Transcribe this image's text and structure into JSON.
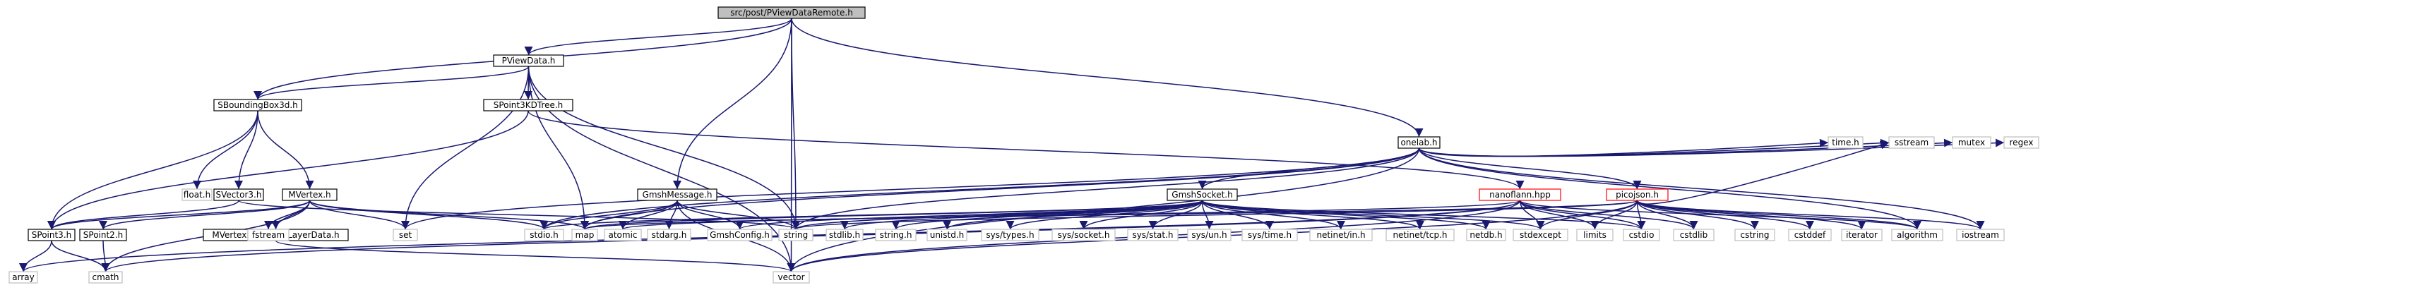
{
  "diagram": {
    "type": "include-dependency-graph",
    "colors": {
      "edge": "#191970",
      "root_fill": "#bfbfbf",
      "root_stroke": "#000000",
      "node_fill": "#ffffff",
      "node_stroke": "#000000",
      "external_stroke": "#bfbfbf",
      "missing_stroke": "#ff0000"
    },
    "nodes": [
      {
        "id": "root",
        "label": "src/post/PViewDataRemote.h",
        "kind": "root"
      },
      {
        "id": "pviewdata",
        "label": "PViewData.h",
        "kind": "file"
      },
      {
        "id": "sbbox",
        "label": "SBoundingBox3d.h",
        "kind": "file"
      },
      {
        "id": "spkd",
        "label": "SPoint3KDTree.h",
        "kind": "file"
      },
      {
        "id": "onelab",
        "label": "onelab.h",
        "kind": "file"
      },
      {
        "id": "gmshmsg",
        "label": "GmshMessage.h",
        "kind": "file"
      },
      {
        "id": "svector",
        "label": "SVector3.h",
        "kind": "file"
      },
      {
        "id": "mvertex",
        "label": "MVertex.h",
        "kind": "file"
      },
      {
        "id": "gmshsock",
        "label": "GmshSocket.h",
        "kind": "file"
      },
      {
        "id": "nanoflann",
        "label": "nanoflann.hpp",
        "kind": "missing"
      },
      {
        "id": "picojson",
        "label": "picojson.h",
        "kind": "missing"
      },
      {
        "id": "float",
        "label": "float.h",
        "kind": "external"
      },
      {
        "id": "spoint3",
        "label": "SPoint3.h",
        "kind": "file"
      },
      {
        "id": "spoint2",
        "label": "SPoint2.h",
        "kind": "file"
      },
      {
        "id": "mvblayer",
        "label": "MVertexBoundaryLayerData.h",
        "kind": "file"
      },
      {
        "id": "fstream",
        "label": "fstream",
        "kind": "external"
      },
      {
        "id": "set",
        "label": "set",
        "kind": "external"
      },
      {
        "id": "stdio",
        "label": "stdio.h",
        "kind": "external"
      },
      {
        "id": "map",
        "label": "map",
        "kind": "external"
      },
      {
        "id": "atomic",
        "label": "atomic",
        "kind": "external"
      },
      {
        "id": "stdarg",
        "label": "stdarg.h",
        "kind": "external"
      },
      {
        "id": "gmshconfig",
        "label": "GmshConfig.h",
        "kind": "external"
      },
      {
        "id": "string",
        "label": "string",
        "kind": "external"
      },
      {
        "id": "stdlib",
        "label": "stdlib.h",
        "kind": "external"
      },
      {
        "id": "stringh",
        "label": "string.h",
        "kind": "external"
      },
      {
        "id": "unistd",
        "label": "unistd.h",
        "kind": "external"
      },
      {
        "id": "systypes",
        "label": "sys/types.h",
        "kind": "external"
      },
      {
        "id": "syssocket",
        "label": "sys/socket.h",
        "kind": "external"
      },
      {
        "id": "sysstat",
        "label": "sys/stat.h",
        "kind": "external"
      },
      {
        "id": "sysun",
        "label": "sys/un.h",
        "kind": "external"
      },
      {
        "id": "systime",
        "label": "sys/time.h",
        "kind": "external"
      },
      {
        "id": "netinetin",
        "label": "netinet/in.h",
        "kind": "external"
      },
      {
        "id": "netinettcp",
        "label": "netinet/tcp.h",
        "kind": "external"
      },
      {
        "id": "netdb",
        "label": "netdb.h",
        "kind": "external"
      },
      {
        "id": "stdexcept",
        "label": "stdexcept",
        "kind": "external"
      },
      {
        "id": "limits",
        "label": "limits",
        "kind": "external"
      },
      {
        "id": "cstdio",
        "label": "cstdio",
        "kind": "external"
      },
      {
        "id": "cstdlib",
        "label": "cstdlib",
        "kind": "external"
      },
      {
        "id": "cstring",
        "label": "cstring",
        "kind": "external"
      },
      {
        "id": "cstddef",
        "label": "cstddef",
        "kind": "external"
      },
      {
        "id": "iterator",
        "label": "iterator",
        "kind": "external"
      },
      {
        "id": "algorithm",
        "label": "algorithm",
        "kind": "external"
      },
      {
        "id": "iostream",
        "label": "iostream",
        "kind": "external"
      },
      {
        "id": "timeh",
        "label": "time.h",
        "kind": "external"
      },
      {
        "id": "sstream",
        "label": "sstream",
        "kind": "external"
      },
      {
        "id": "mutex",
        "label": "mutex",
        "kind": "external"
      },
      {
        "id": "regex",
        "label": "regex",
        "kind": "external"
      },
      {
        "id": "array",
        "label": "array",
        "kind": "external"
      },
      {
        "id": "cmath",
        "label": "cmath",
        "kind": "external"
      },
      {
        "id": "vector",
        "label": "vector",
        "kind": "external"
      }
    ],
    "edges": [
      [
        "root",
        "pviewdata"
      ],
      [
        "root",
        "sbbox"
      ],
      [
        "root",
        "onelab"
      ],
      [
        "root",
        "gmshmsg"
      ],
      [
        "root",
        "string"
      ],
      [
        "root",
        "vector"
      ],
      [
        "pviewdata",
        "sbbox"
      ],
      [
        "pviewdata",
        "spkd"
      ],
      [
        "pviewdata",
        "set"
      ],
      [
        "pviewdata",
        "map"
      ],
      [
        "pviewdata",
        "string"
      ],
      [
        "pviewdata",
        "vector"
      ],
      [
        "sbbox",
        "float"
      ],
      [
        "sbbox",
        "svector"
      ],
      [
        "sbbox",
        "mvertex"
      ],
      [
        "sbbox",
        "spoint3"
      ],
      [
        "spkd",
        "spoint3"
      ],
      [
        "spkd",
        "nanoflann"
      ],
      [
        "svector",
        "spoint3"
      ],
      [
        "svector",
        "string"
      ],
      [
        "mvertex",
        "spoint2"
      ],
      [
        "mvertex",
        "spoint3"
      ],
      [
        "mvertex",
        "mvblayer"
      ],
      [
        "mvertex",
        "fstream"
      ],
      [
        "mvertex",
        "set"
      ],
      [
        "mvertex",
        "stdio"
      ],
      [
        "mvertex",
        "map"
      ],
      [
        "mvertex",
        "cmath"
      ],
      [
        "spoint3",
        "array"
      ],
      [
        "spoint3",
        "cmath"
      ],
      [
        "spoint2",
        "cmath"
      ],
      [
        "mvblayer",
        "vector"
      ],
      [
        "onelab",
        "time"
      ],
      [
        "onelab",
        "gmshsock"
      ],
      [
        "onelab",
        "picojson"
      ],
      [
        "onelab",
        "stdio"
      ],
      [
        "onelab",
        "map"
      ],
      [
        "onelab",
        "set"
      ],
      [
        "onelab",
        "string"
      ],
      [
        "onelab",
        "vector"
      ],
      [
        "onelab",
        "algorithm"
      ],
      [
        "onelab",
        "iostream"
      ],
      [
        "onelab",
        "sstream"
      ],
      [
        "onelab",
        "mutex"
      ],
      [
        "onelab",
        "regex"
      ],
      [
        "onelab",
        "timeh"
      ],
      [
        "gmshmsg",
        "map"
      ],
      [
        "gmshmsg",
        "atomic"
      ],
      [
        "gmshmsg",
        "stdarg"
      ],
      [
        "gmshmsg",
        "gmshconfig"
      ],
      [
        "gmshmsg",
        "string"
      ],
      [
        "gmshmsg",
        "vector"
      ],
      [
        "gmshmsg",
        "stdio"
      ],
      [
        "gmshsock",
        "gmshconfig"
      ],
      [
        "gmshsock",
        "string"
      ],
      [
        "gmshsock",
        "stdlib"
      ],
      [
        "gmshsock",
        "stringh"
      ],
      [
        "gmshsock",
        "unistd"
      ],
      [
        "gmshsock",
        "systypes"
      ],
      [
        "gmshsock",
        "syssocket"
      ],
      [
        "gmshsock",
        "sysstat"
      ],
      [
        "gmshsock",
        "sysun"
      ],
      [
        "gmshsock",
        "systime"
      ],
      [
        "gmshsock",
        "netinetin"
      ],
      [
        "gmshsock",
        "netinettcp"
      ],
      [
        "gmshsock",
        "netdb"
      ],
      [
        "gmshsock",
        "stdio"
      ],
      [
        "gmshsock",
        "cstdio"
      ],
      [
        "gmshsock",
        "stdexcept"
      ],
      [
        "gmshsock",
        "map"
      ],
      [
        "nanoflann",
        "algorithm"
      ],
      [
        "nanoflann",
        "array"
      ],
      [
        "nanoflann",
        "cmath"
      ],
      [
        "nanoflann",
        "cstdio"
      ],
      [
        "nanoflann",
        "cstdlib"
      ],
      [
        "nanoflann",
        "limits"
      ],
      [
        "nanoflann",
        "stdexcept"
      ],
      [
        "nanoflann",
        "vector"
      ],
      [
        "nanoflann",
        "atomic"
      ],
      [
        "picojson",
        "algorithm"
      ],
      [
        "picojson",
        "cstdio"
      ],
      [
        "picojson",
        "cstdlib"
      ],
      [
        "picojson",
        "cstring"
      ],
      [
        "picojson",
        "cstddef"
      ],
      [
        "picojson",
        "iostream"
      ],
      [
        "picojson",
        "iterator"
      ],
      [
        "picojson",
        "limits"
      ],
      [
        "picojson",
        "map"
      ],
      [
        "picojson",
        "stdexcept"
      ],
      [
        "picojson",
        "string"
      ],
      [
        "picojson",
        "vector"
      ],
      [
        "picojson",
        "sstream"
      ]
    ]
  }
}
